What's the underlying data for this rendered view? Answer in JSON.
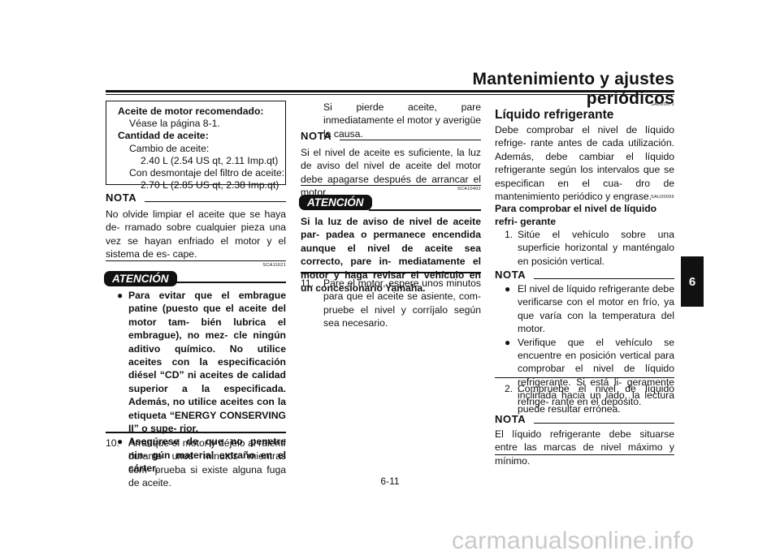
{
  "header": {
    "title": "Mantenimiento y ajustes periódicos"
  },
  "side_tab": "6",
  "col1": {
    "box": [
      "Aceite de motor recomendado:",
      "Véase la página 8-1.",
      "Cantidad de aceite:",
      "Cambio de aceite:",
      "2.40 L (2.54 US qt, 2.11 Imp.qt)",
      "Con desmontaje del filtro de aceite:",
      "2.70 L (2.85 US qt, 2.38 Imp.qt)"
    ],
    "nota_label": "NOTA",
    "nota_text": "No olvide limpiar el aceite que se haya de- rramado sobre cualquier pieza una vez se hayan enfriado el motor y el sistema de es- cape.",
    "atencion_label": "ATENCIÓN",
    "atencion_code": "SCA11621",
    "atencion_items": [
      "Para evitar que el embrague patine (puesto que el aceite del motor tam- bién lubrica el embrague), no mez- cle ningún aditivo químico. No utilice aceites con la especificación diésel “CD” ni aceites de calidad superior a la especificada. Además, no utilice aceites con la etiqueta “ENERGY CONSERVING II” o supe- rior.",
      "Asegúrese de que no penetre nin- gún material extraño en el cárter."
    ],
    "step10_num": "10.",
    "step10_text": "Arranque el motor y déjelo al ralentí durante unos minutos mientras com- prueba si existe alguna fuga de aceite."
  },
  "col2": {
    "cont_text": "Si pierde aceite, pare inmediatamente el motor y averigüe la causa.",
    "nota_label": "NOTA",
    "nota_text": "Si el nivel de aceite es suficiente, la luz de aviso del nivel de aceite del motor debe apagarse después de arrancar el motor.",
    "atencion_code": "SCA10402",
    "atencion_label": "ATENCIÓN",
    "atencion_text": "Si la luz de aviso de nivel de aceite par- padea o permanece encendida aunque el nivel de aceite sea correcto, pare in- mediatamente el motor y haga revisar el vehículo en un concesionario Yamaha.",
    "step11_num": "11.",
    "step11_text": "Pare el motor, espere unos minutos para que el aceite se asiente, com- pruebe el nivel y corríjalo según sea necesario."
  },
  "col3": {
    "code1": "SAU20071",
    "section_title": "Líquido refrigerante",
    "intro": "Debe comprobar el nivel de líquido refrige- rante antes de cada utilización. Además, debe cambiar el líquido refrigerante según los intervalos que se especifican en el cua- dro de mantenimiento periódico y engrase.",
    "code2": "SAU20095",
    "sub_title": "Para comprobar el nivel de líquido refri- gerante",
    "step1_num": "1.",
    "step1_text": "Sitúe el vehículo sobre una superficie horizontal y manténgalo en posición vertical.",
    "nota1_label": "NOTA",
    "nota1_items": [
      "El nivel de líquido refrigerante debe verificarse con el motor en frío, ya que varía con la temperatura del motor.",
      "Verifique que el vehículo se encuentre en posición vertical para comprobar el nivel de líquido refrigerante. Si está li- geramente inclinada hacia un lado, la lectura puede resultar errónea."
    ],
    "step2_num": "2.",
    "step2_text": "Compruebe el nivel de líquido refrige- rante en el depósito.",
    "nota2_label": "NOTA",
    "nota2_text": "El líquido refrigerante debe situarse entre las marcas de nivel máximo y mínimo."
  },
  "footer": {
    "page_number": "6-11",
    "watermark": "carmanualsonline.info"
  }
}
